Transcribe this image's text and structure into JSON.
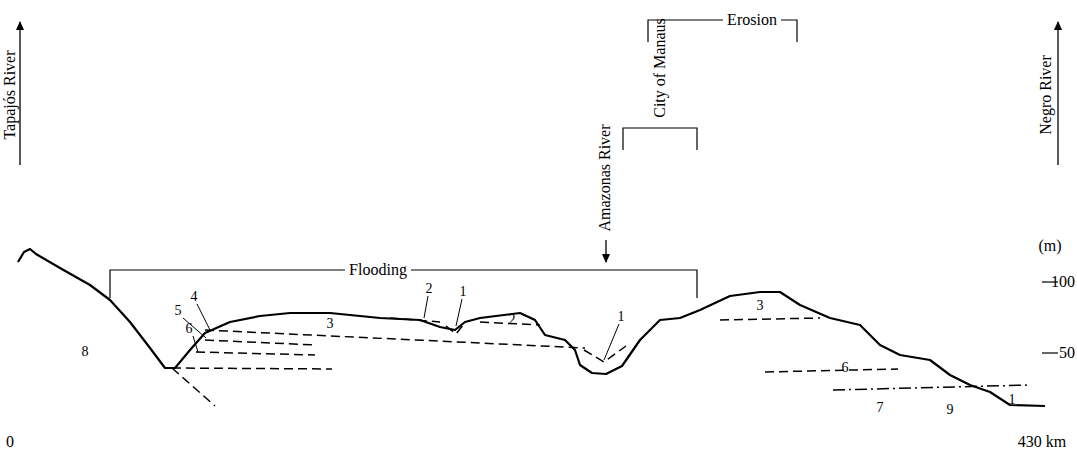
{
  "diagram": {
    "labels": [
      "Tapajós River",
      "Negro River",
      "Erosion",
      "City of Manaus",
      "Amazonas River",
      "(m)",
      "100",
      "50",
      "Flooding",
      "8",
      "4",
      "5",
      "6",
      "3",
      "2",
      "1",
      "2",
      "1",
      "3",
      "6",
      "7",
      "9",
      "1",
      "0",
      "430 km"
    ]
  }
}
